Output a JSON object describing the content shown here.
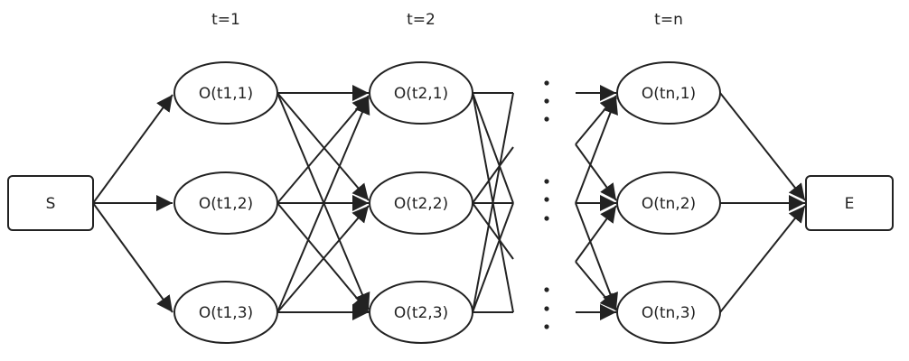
{
  "headers": [
    "t=1",
    "t=2",
    "t=n"
  ],
  "start": "S",
  "end": "E",
  "nodes": {
    "t1": [
      "O(t1,1)",
      "O(t1,2)",
      "O(t1,3)"
    ],
    "t2": [
      "O(t2,1)",
      "O(t2,2)",
      "O(t2,3)"
    ],
    "tn": [
      "O(tn,1)",
      "O(tn,2)",
      "O(tn,3)"
    ]
  },
  "colors": {
    "stroke": "#222222",
    "background": "#ffffff"
  }
}
